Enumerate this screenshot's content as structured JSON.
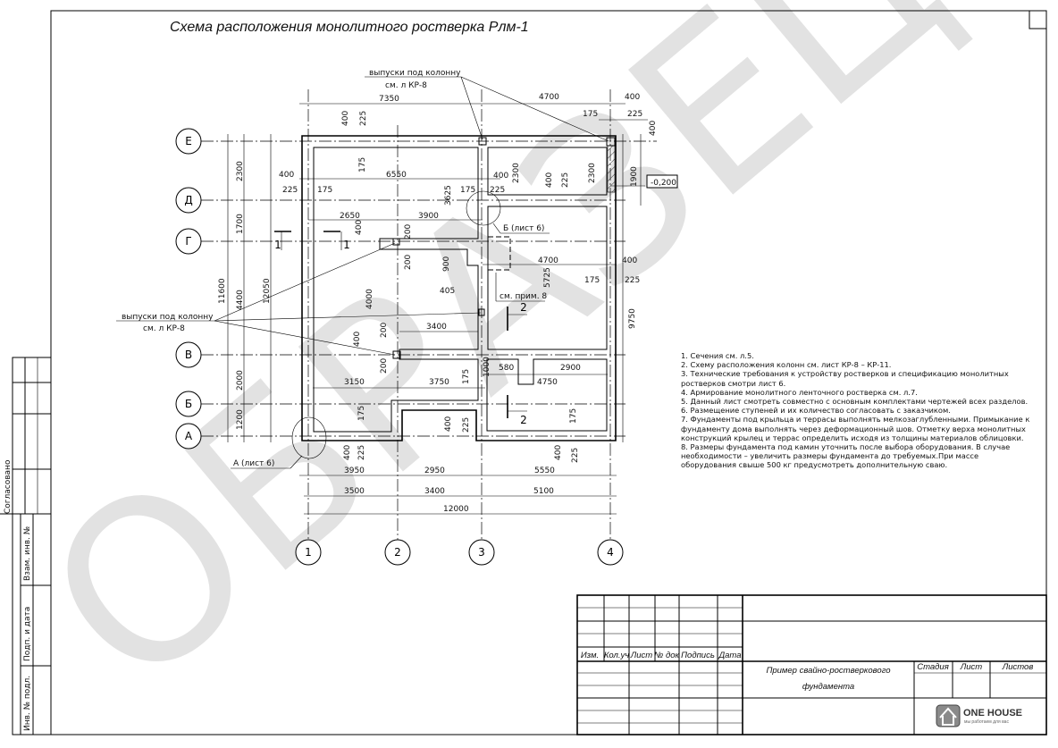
{
  "title": "Схема расположения монолитного ростверка Рлм-1",
  "watermark": "ОБРАЗЕЦ",
  "axes": {
    "rows": [
      "Е",
      "Д",
      "Г",
      "В",
      "Б",
      "А"
    ],
    "cols": [
      "1",
      "2",
      "3",
      "4"
    ]
  },
  "dimensions": [
    "7350",
    "4700",
    "400",
    "175",
    "225",
    "400",
    "400",
    "225",
    "175",
    "400",
    "6550",
    "225",
    "175",
    "3625",
    "175",
    "225",
    "400",
    "2300",
    "400",
    "225",
    "2300",
    "1900",
    "2650",
    "3900",
    "400",
    "200",
    "200",
    "900",
    "4700",
    "5725",
    "400",
    "175",
    "225",
    "405",
    "4000",
    "3400",
    "9750",
    "400",
    "200",
    "200",
    "1000",
    "580",
    "2900",
    "4750",
    "3150",
    "3750",
    "175",
    "175",
    "400",
    "225",
    "175",
    "400",
    "225",
    "400",
    "225",
    "3950",
    "2950",
    "5550",
    "3500",
    "3400",
    "5100",
    "12000",
    "2300",
    "1700",
    "4400",
    "2000",
    "1200",
    "11600",
    "12050"
  ],
  "elevation": "-0,200",
  "sections": [
    "1",
    "1",
    "2",
    "2"
  ],
  "callouts": {
    "column_top": [
      "выпуски под колонну",
      "см. л КР-8"
    ],
    "column_left": [
      "выпуски под колонну",
      "см. л КР-8"
    ],
    "detail_b": "Б (лист 6)",
    "detail_a": "А (лист 6)",
    "note_ref": "см. прим. 8"
  },
  "notes": [
    "1.    Сечения см. л.5.",
    "2.    Схему расположения колонн см. лист КР-8  –  КР-11.",
    "3.    Технические требования к устройству ростверков  и спецификацию монолитных ростверков смотри лист 6.",
    "4.    Армирование монолитного ленточного ростверка см. л.7.",
    "5.    Данный лист смотреть совместно с основным комплектами чертежей всех разделов.",
    "6.    Размещение ступеней и их количество согласовать с заказчиком.",
    "7.    Фундаменты под крыльца и террасы выполнять мелкозаглубленными. Примыкание к фундаменту дома выполнять через деформационный шов. Отметку верха монолитных конструкций крылец и террас определить исходя из толщины материалов облицовки.",
    "8.    Размеры фундамента под камин уточнить после выбора оборудования. В случае необходимости – увеличить размеры фундамента до требуемых.При массе оборудования свыше 500 кг предусмотреть дополнительную сваю."
  ],
  "title_block": {
    "headers": [
      "Изм.",
      "Кол.уч",
      "Лист",
      "№ док",
      "Подпись",
      "Дата"
    ],
    "name_line1": "Пример свайно-ростверкового",
    "name_line2": "фундамента",
    "stage_headers": [
      "Стадия",
      "Лист",
      "Листов"
    ],
    "logo_name": "ONE HOUSE",
    "logo_tagline": "мы работаем для вас"
  },
  "side_stamp": {
    "agreed": "Согласовано",
    "replace": "Взам. инв. №",
    "sign_date": "Подп. и дата",
    "inv": "Инв. № подл."
  }
}
